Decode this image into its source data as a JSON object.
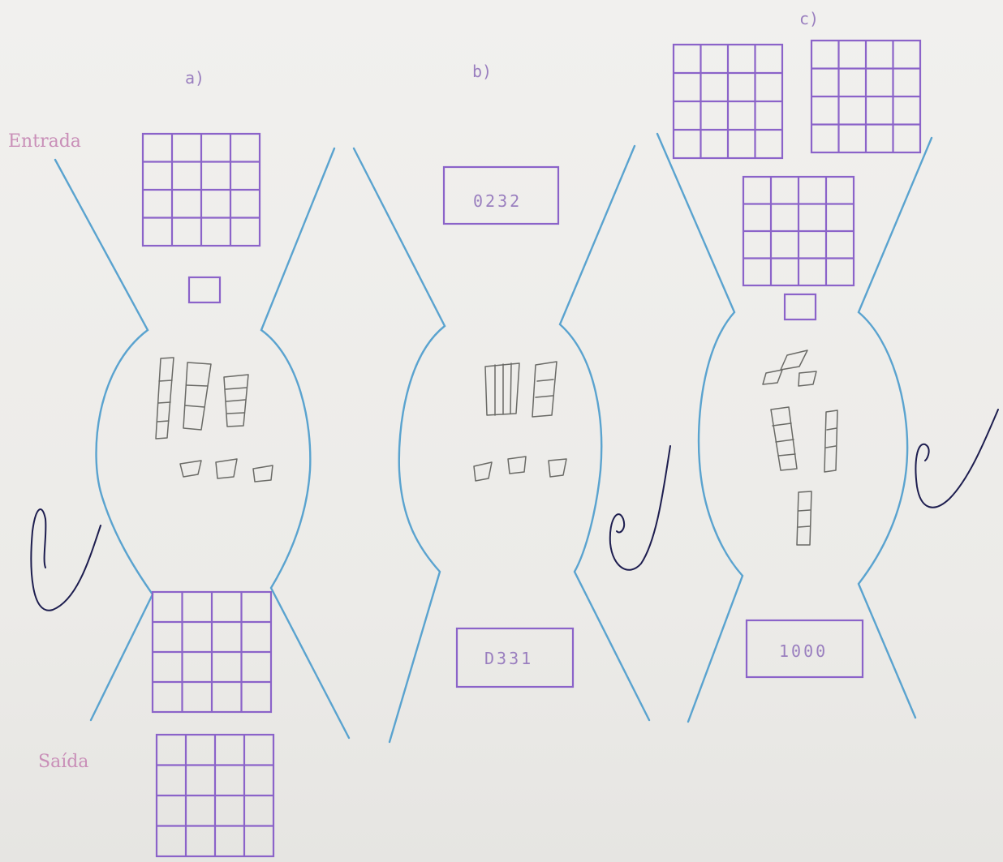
{
  "panels": {
    "a": {
      "label": "a)"
    },
    "b": {
      "label": "b)",
      "top_value": "0232",
      "bottom_value": "D331"
    },
    "c": {
      "label": "c)",
      "bottom_value": "1000"
    }
  },
  "labels": {
    "entrada": "Entrada",
    "saida": "Saída"
  },
  "colors": {
    "paper": "#efeeeb",
    "purple_ink": "#8b63c9",
    "blue_crayon": "#5aa3cf",
    "pencil": "#6a6a66",
    "pen": "#1d1d4f",
    "pink_text": "#c98fb8"
  }
}
